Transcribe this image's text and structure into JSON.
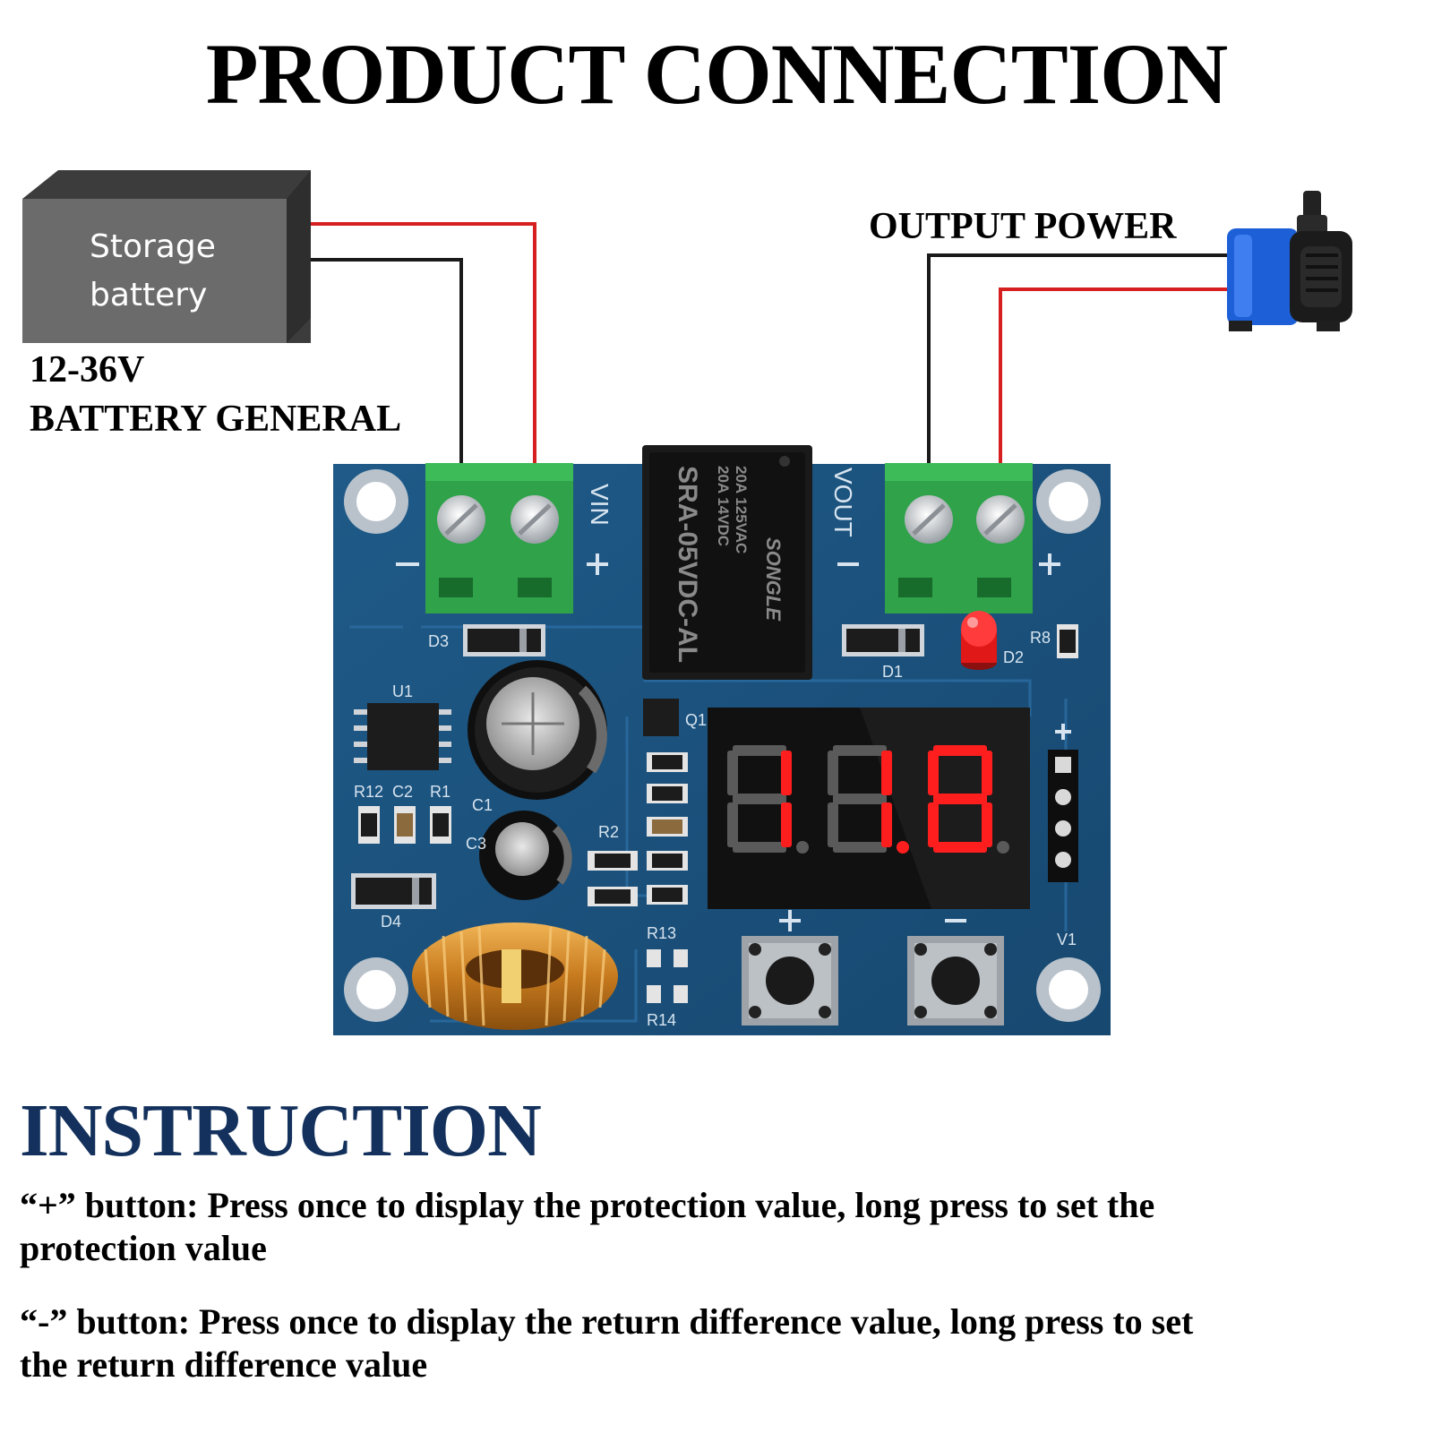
{
  "header": {
    "title": "PRODUCT CONNECTION"
  },
  "battery": {
    "line1": "Storage",
    "line2": "battery",
    "voltage": "12-36V",
    "type": "BATTERY GENERAL"
  },
  "output": {
    "label": "OUTPUT POWER"
  },
  "board": {
    "display": "11.8",
    "relay_brand": "SONGLE",
    "relay_model": "SRA-05VDC-AL",
    "relay_rating1": "20A 14VDC",
    "relay_rating2": "20A 125VAC",
    "vin_label": "VIN",
    "vout_label": "VOUT",
    "labels": {
      "d3": "D3",
      "d1": "D1",
      "d2": "D2",
      "d4": "D4",
      "r8": "R8",
      "u1": "U1",
      "r12": "R12",
      "c2": "C2",
      "r1": "R1",
      "c1": "C1",
      "c3": "C3",
      "r2": "R2",
      "r13": "R13",
      "r14": "R14",
      "q1": "Q1",
      "v1": "V1"
    }
  },
  "instruction": {
    "title": "INSTRUCTION",
    "plus_line1": "“+” button: Press once to display the protection value, long press to set the",
    "plus_line2": "protection value",
    "minus_line1": "“-” button: Press once to display the return difference value, long press to set",
    "minus_line2": "the return difference value"
  },
  "colors": {
    "pcb": "#1b4f7a",
    "terminal": "#2fa24a",
    "wire_red": "#d62020",
    "wire_black": "#1a1a1a",
    "battery": "#6b6b6b",
    "segment_on": "#ff1e1e",
    "pump": "#1d5fd6",
    "instruction_title": "#13315c"
  }
}
